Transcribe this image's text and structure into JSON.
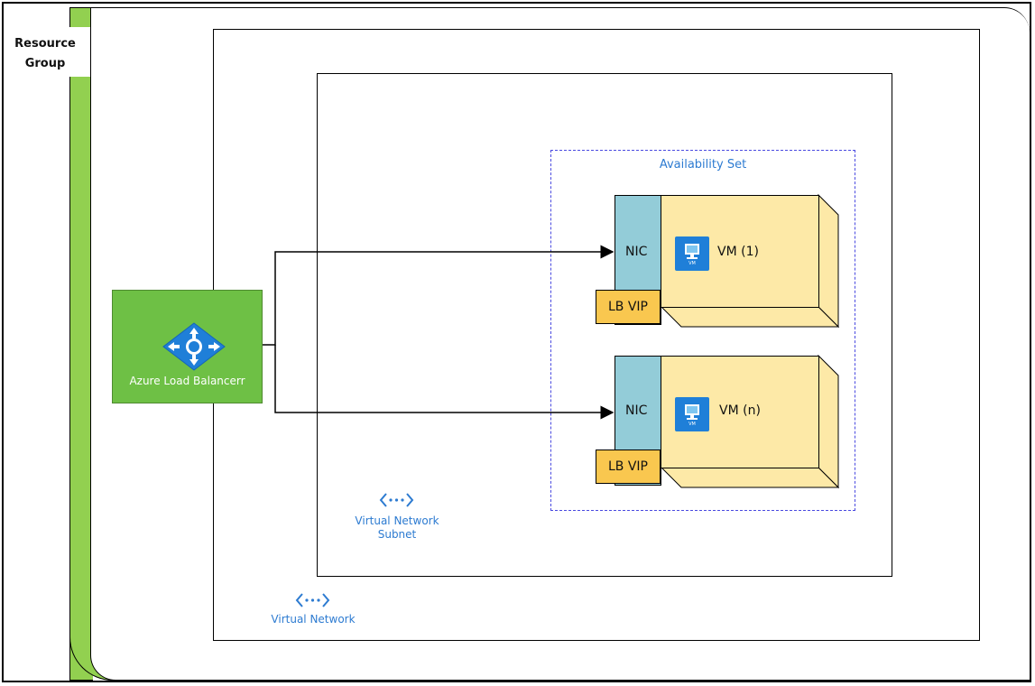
{
  "resource_group": {
    "label": "Resource Group"
  },
  "virtual_network": {
    "label": "Virtual Network"
  },
  "subnet": {
    "label": "Virtual Network Subnet"
  },
  "availability_set": {
    "label": "Availability Set"
  },
  "load_balancer": {
    "label": "Azure Load Balancerr"
  },
  "vms": [
    {
      "nic_label": "NIC",
      "vip_label": "LB VIP",
      "vm_label": "VM (1)",
      "icon_text": "VM"
    },
    {
      "nic_label": "NIC",
      "vip_label": "LB VIP",
      "vm_label": "VM (n)",
      "icon_text": "VM"
    }
  ],
  "icons": {
    "load_balancer": "load-balancer-icon",
    "virtual_network": "vnet-icon",
    "vm": "vm-monitor-icon"
  },
  "colors": {
    "resource_group_bar": "#92d050",
    "load_balancer": "#6ec045",
    "vm_fill": "#fde9a7",
    "nic_fill": "#93ccd8",
    "lb_vip_fill": "#f9c74f",
    "azure_blue": "#1f7fd8",
    "label_blue": "#2d7bd1"
  }
}
